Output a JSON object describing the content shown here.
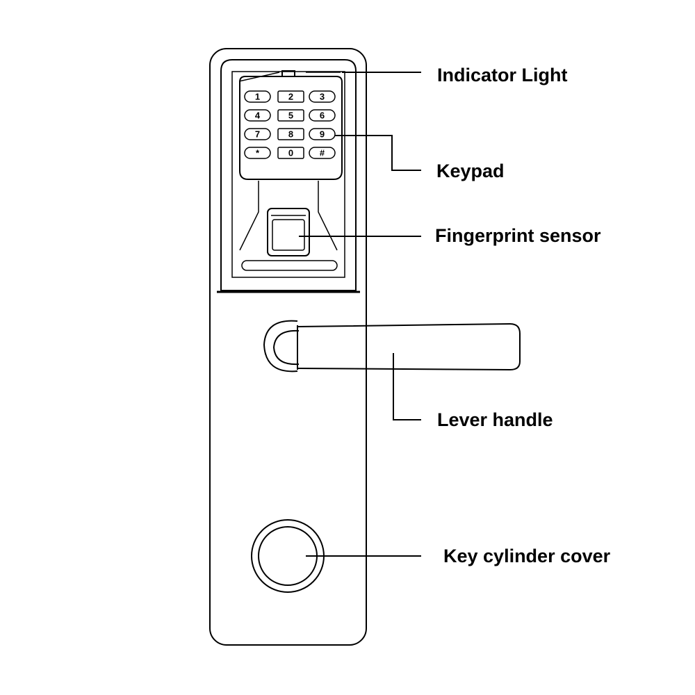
{
  "labels": {
    "indicator_light": "Indicator Light",
    "keypad": "Keypad",
    "fingerprint_sensor": "Fingerprint sensor",
    "lever_handle": "Lever handle",
    "key_cylinder_cover": "Key cylinder cover"
  },
  "keypad_keys": [
    "1",
    "2",
    "3",
    "4",
    "5",
    "6",
    "7",
    "8",
    "9",
    "*",
    "0",
    "#"
  ],
  "colors": {
    "line": "#000000",
    "background": "#ffffff"
  }
}
